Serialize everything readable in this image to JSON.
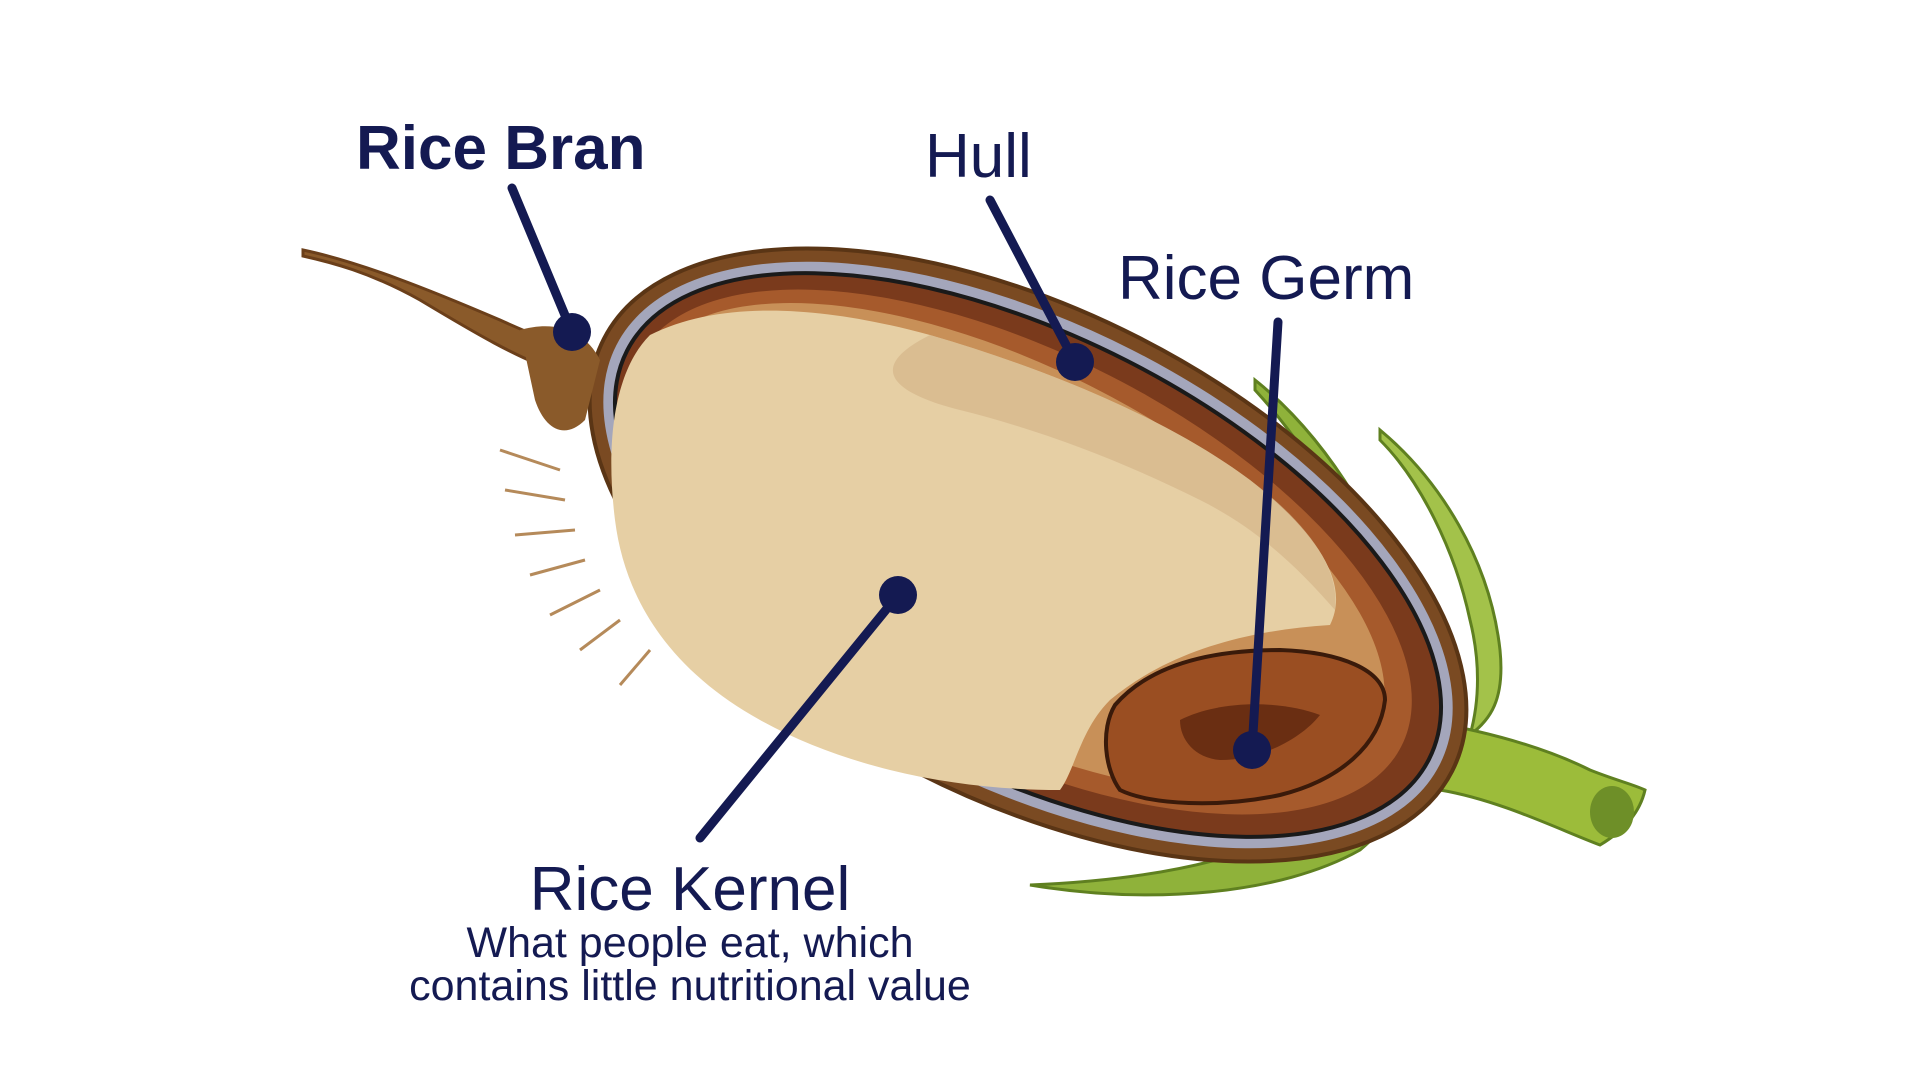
{
  "colors": {
    "label": "#141a52",
    "kernel_fill": "#e6cfa4",
    "bran_brown": "#7a3a1c",
    "hull_gray": "#a4a6bb",
    "husk_brown": "#8a5a2a",
    "stem_green": "#8fb23a"
  },
  "labels": {
    "rice_bran": "Rice Bran",
    "hull": "Hull",
    "rice_germ": "Rice Germ",
    "rice_kernel": "Rice Kernel",
    "kernel_description_line1": "What people eat, which",
    "kernel_description_line2": "contains little nutritional value"
  }
}
